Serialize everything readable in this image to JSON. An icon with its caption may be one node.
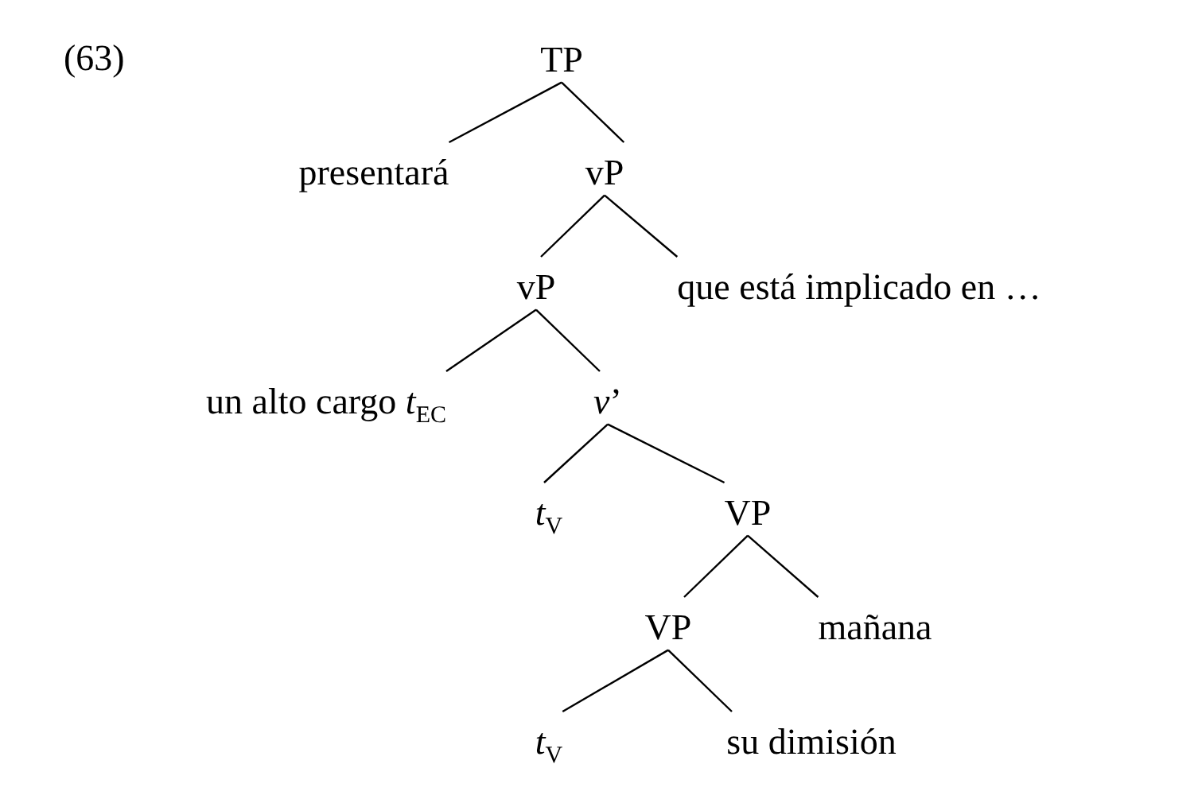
{
  "diagram": {
    "nodes": [
      {
        "text": [
          "TP"
        ]
      },
      {
        "text": [
          "presentará"
        ]
      },
      {
        "text": [
          "vP"
        ]
      },
      {
        "text": [
          "vP"
        ]
      },
      {
        "text": [
          "que está implicado en …"
        ]
      },
      {
        "text": [
          "un alto cargo *t*$_{EC}$"
        ]
      },
      {
        "text": [
          "*v*’"
        ]
      },
      {
        "text": [
          "*t*$_{V}$"
        ]
      },
      {
        "text": [
          "VP"
        ]
      },
      {
        "text": [
          "VP"
        ]
      },
      {
        "text": [
          "mañana"
        ]
      },
      {
        "text": [
          "*t*$_{V}$"
        ]
      },
      {
        "text": [
          "su dimisión"
        ]
      }
    ],
    "edges": [
      {
        "from": 0,
        "to": 1,
        "arrow": "none"
      },
      {
        "from": 0,
        "to": 2,
        "arrow": "none"
      },
      {
        "from": 2,
        "to": 3,
        "arrow": "none"
      },
      {
        "from": 2,
        "to": 4,
        "arrow": "none"
      },
      {
        "from": 3,
        "to": 5,
        "arrow": "none"
      },
      {
        "from": 3,
        "to": 6,
        "arrow": "none"
      },
      {
        "from": 6,
        "to": 7,
        "arrow": "none"
      },
      {
        "from": 6,
        "to": 8,
        "arrow": "none"
      },
      {
        "from": 8,
        "to": 9,
        "arrow": "none"
      },
      {
        "from": 8,
        "to": 10,
        "arrow": "none"
      },
      {
        "from": 9,
        "to": 11,
        "arrow": "none"
      },
      {
        "from": 9,
        "to": 12,
        "arrow": "none"
      }
    ],
    "labels": [
      "(63)"
    ]
  }
}
